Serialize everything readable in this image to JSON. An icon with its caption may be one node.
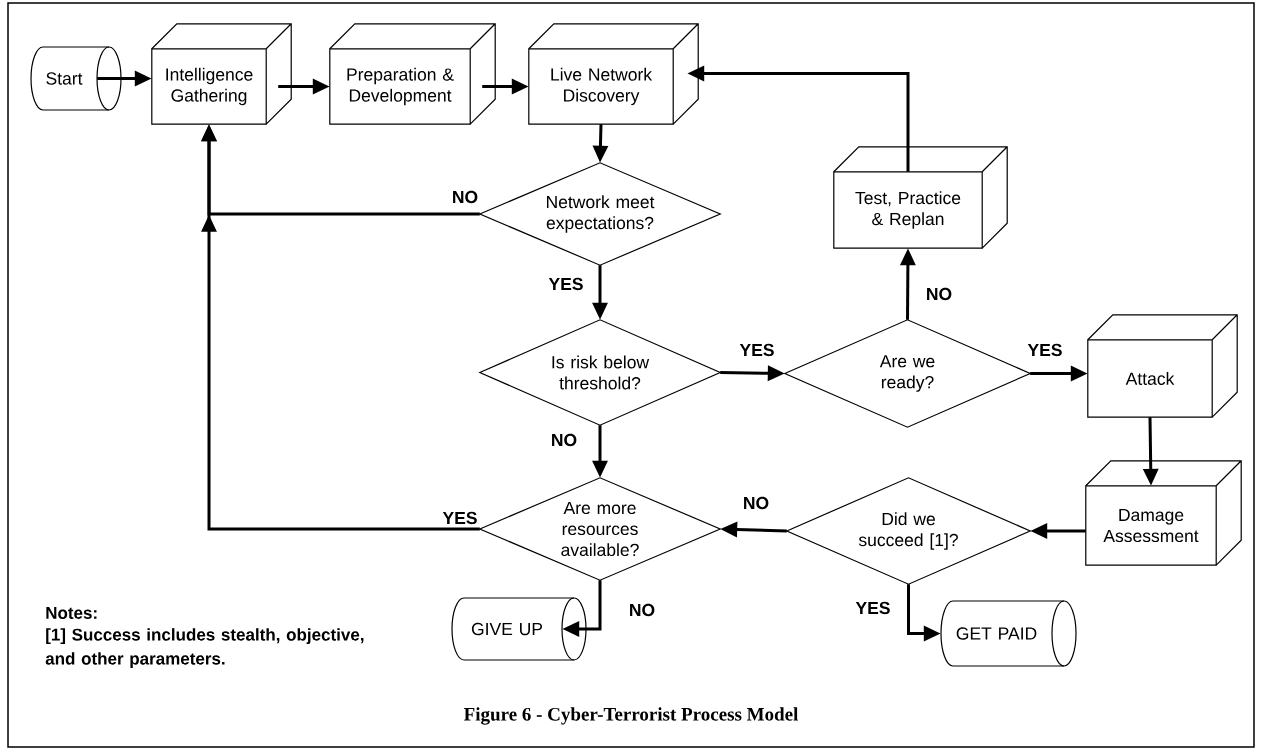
{
  "diagram": {
    "caption": "Figure 6 - Cyber-Terrorist Process Model",
    "nodes": [
      {
        "text": [
          "Start"
        ]
      },
      {
        "text": [
          "Intelligence Gathering"
        ]
      },
      {
        "text": [
          "Preparation & Development"
        ]
      },
      {
        "text": [
          "Live Network Discovery"
        ]
      },
      {
        "text": [
          "Network meet expectations?"
        ]
      },
      {
        "text": [
          "Test, Practice & Replan"
        ]
      },
      {
        "text": [
          "Is risk below threshold?"
        ]
      },
      {
        "text": [
          "Are we ready?"
        ]
      },
      {
        "text": [
          "Attack"
        ]
      },
      {
        "text": [
          "Damage Assessment"
        ]
      },
      {
        "text": [
          "Are more resources available?"
        ]
      },
      {
        "text": [
          "Did we succeed [1]?"
        ]
      },
      {
        "text": [
          "GIVE UP"
        ]
      },
      {
        "text": [
          "GET PAID"
        ]
      }
    ],
    "edges": [
      {
        "from": 0,
        "to": 1,
        "arrow": "to"
      },
      {
        "from": 1,
        "to": 2,
        "arrow": "to"
      },
      {
        "from": 2,
        "to": 3,
        "arrow": "to"
      },
      {
        "from": 3,
        "to": 4,
        "arrow": "to"
      },
      {
        "from": 4,
        "to": 1,
        "arrow": "to",
        "label": "NO"
      },
      {
        "from": 4,
        "to": 6,
        "arrow": "to",
        "label": "YES"
      },
      {
        "from": 6,
        "to": 7,
        "arrow": "to",
        "label": "YES"
      },
      {
        "from": 6,
        "to": 10,
        "arrow": "to",
        "label": "NO"
      },
      {
        "from": 7,
        "to": 5,
        "arrow": "to",
        "label": "NO"
      },
      {
        "from": 7,
        "to": 8,
        "arrow": "to",
        "label": "YES"
      },
      {
        "from": 5,
        "to": 3,
        "arrow": "to"
      },
      {
        "from": 8,
        "to": 9,
        "arrow": "to"
      },
      {
        "from": 9,
        "to": 11,
        "arrow": "to"
      },
      {
        "from": 11,
        "to": 10,
        "arrow": "to",
        "label": "NO"
      },
      {
        "from": 10,
        "to": 1,
        "arrow": "to",
        "label": "YES"
      },
      {
        "from": 10,
        "to": 12,
        "arrow": "to",
        "label": "NO"
      },
      {
        "from": 11,
        "to": 13,
        "arrow": "to",
        "label": "YES"
      }
    ],
    "labels": [
      "Notes:",
      "[1] Success includes stealth, objective, and other parameters."
    ]
  }
}
